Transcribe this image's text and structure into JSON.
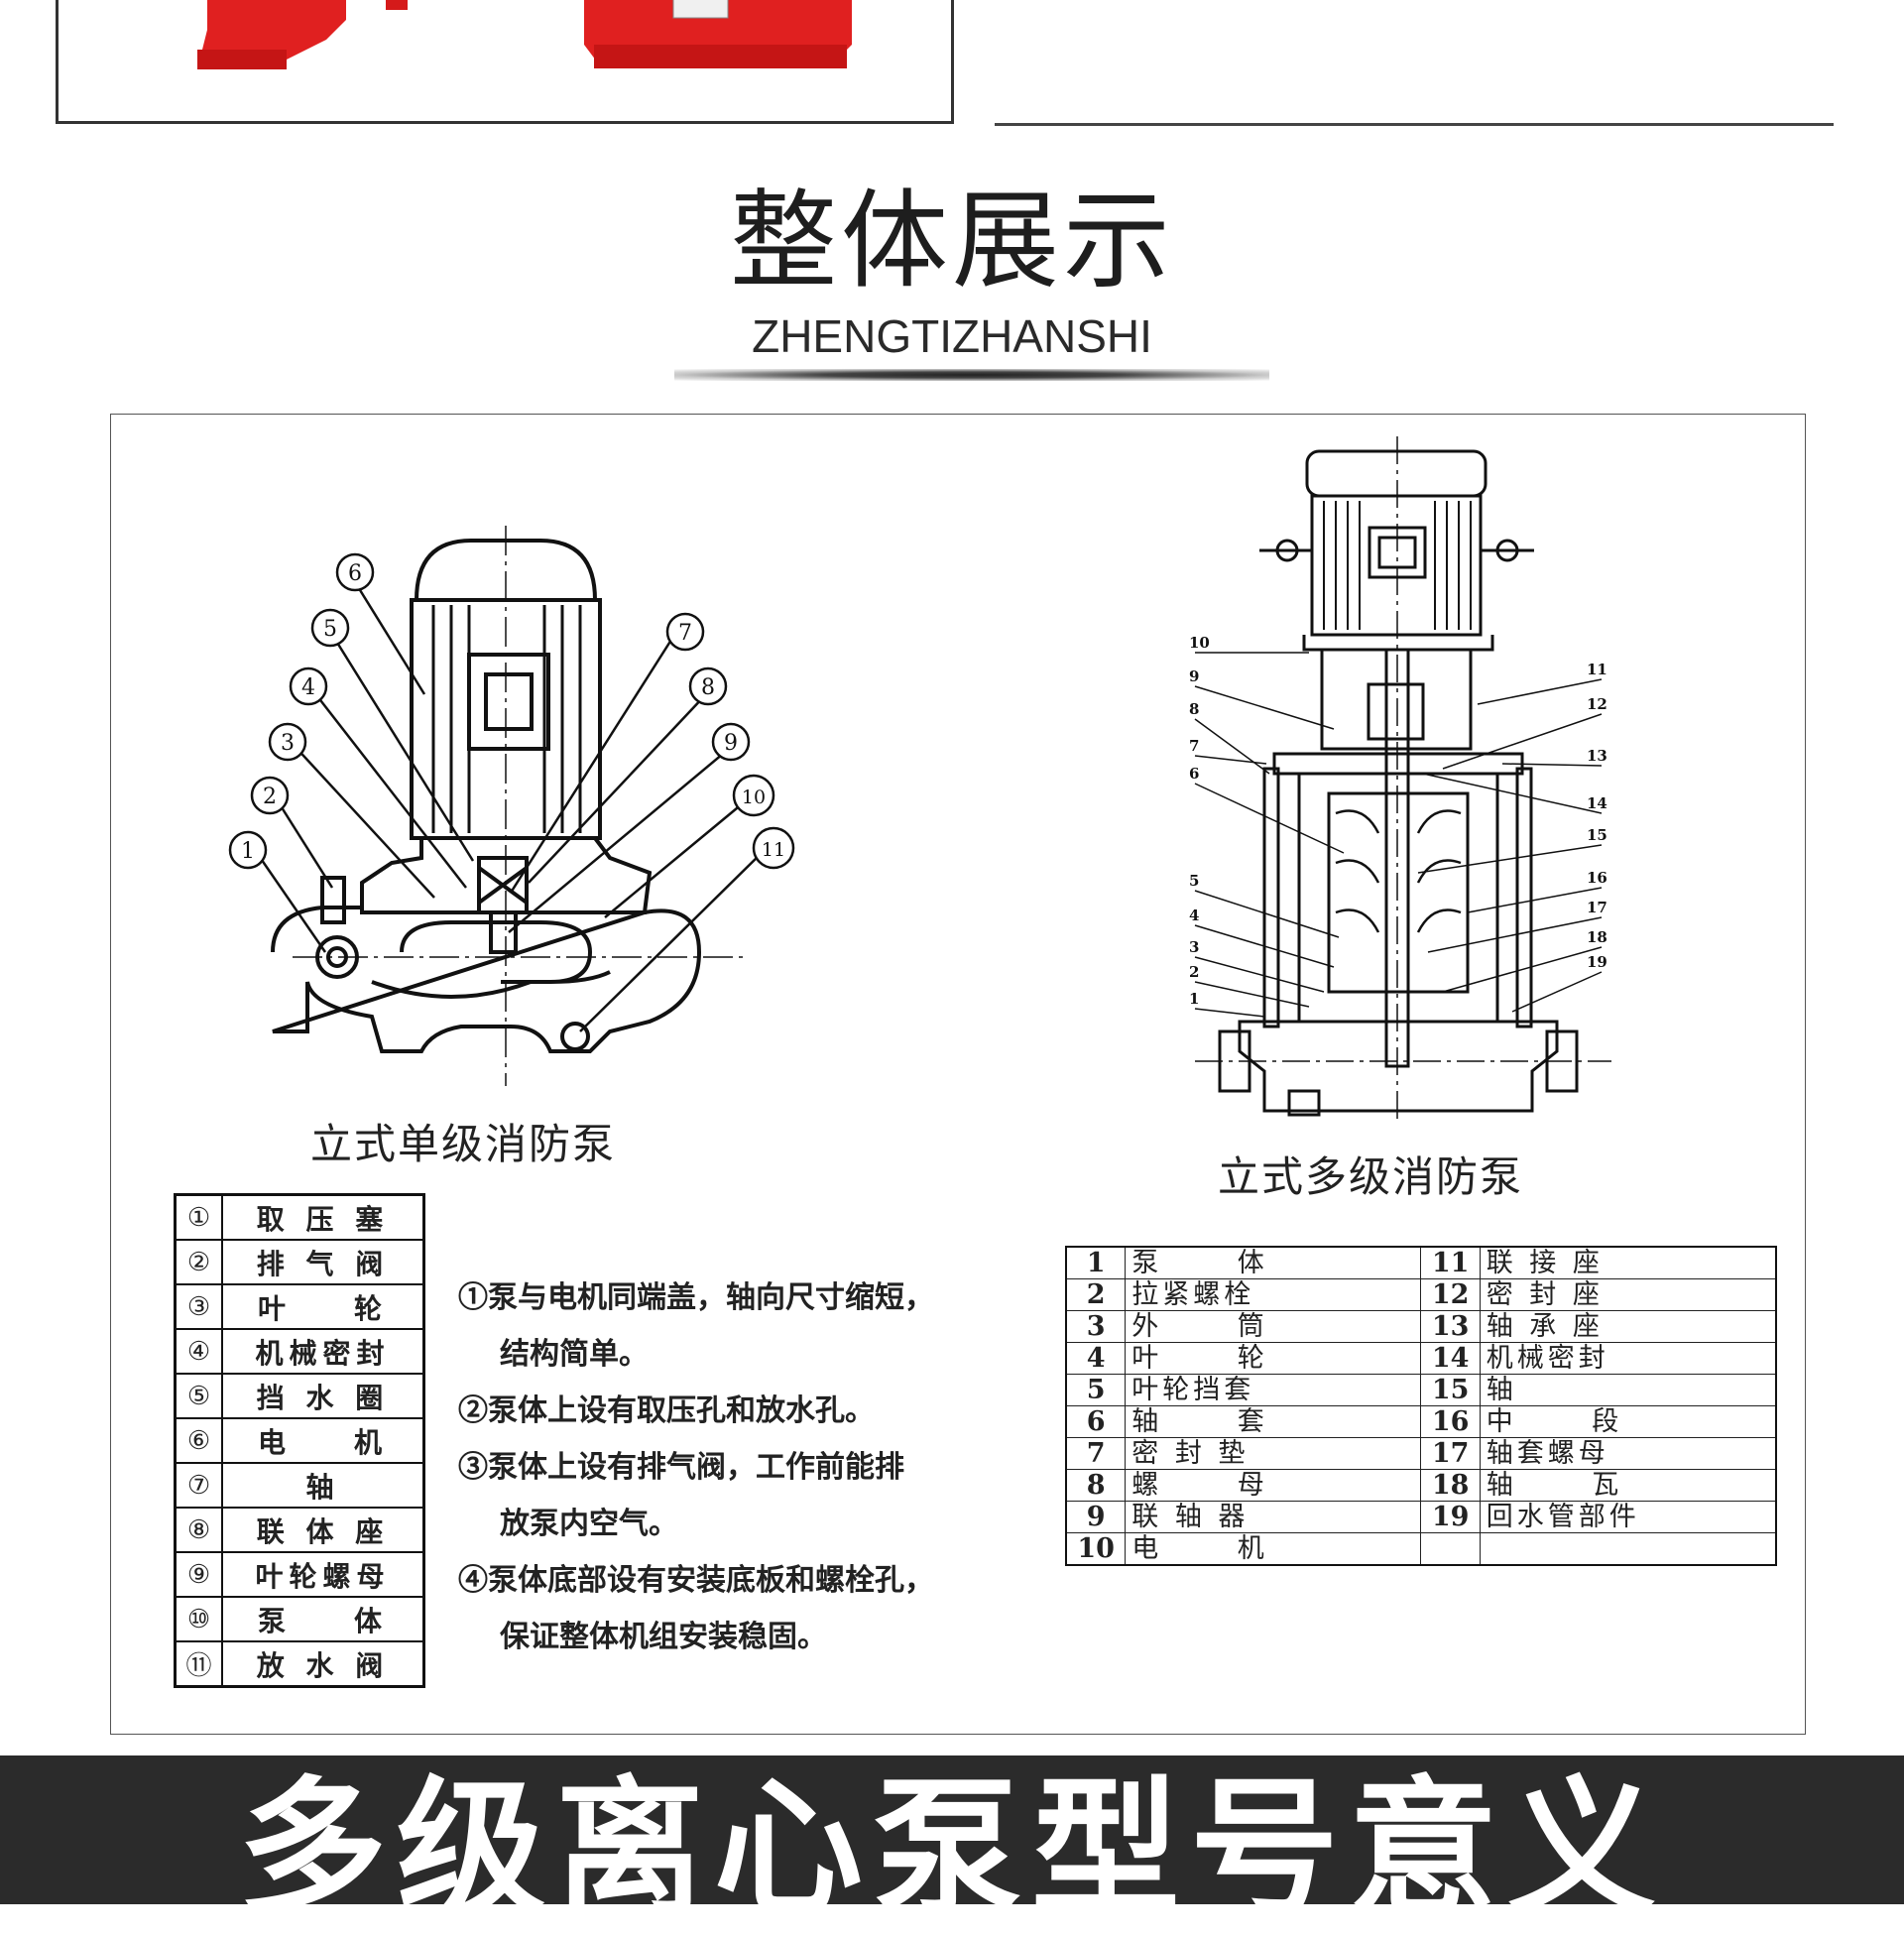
{
  "header": {
    "title": "整体展示",
    "subtitle": "ZHENGTIZHANSHI"
  },
  "diagrams": {
    "single_stage": {
      "caption": "立式单级消防泵",
      "callouts": [
        "1",
        "2",
        "3",
        "4",
        "5",
        "6",
        "7",
        "8",
        "9",
        "10",
        "11"
      ]
    },
    "multi_stage": {
      "caption": "立式多级消防泵",
      "callouts_left": [
        "10",
        "9",
        "8",
        "7",
        "6",
        "5",
        "4",
        "3",
        "2",
        "1"
      ],
      "callouts_right": [
        "11",
        "12",
        "13",
        "14",
        "15",
        "16",
        "17",
        "18",
        "19"
      ]
    }
  },
  "single_parts": [
    {
      "num": "①",
      "name": "取 压 塞"
    },
    {
      "num": "②",
      "name": "排 气 阀"
    },
    {
      "num": "③",
      "name": "叶    轮"
    },
    {
      "num": "④",
      "name": "机械密封"
    },
    {
      "num": "⑤",
      "name": "挡 水 圈"
    },
    {
      "num": "⑥",
      "name": "电    机"
    },
    {
      "num": "⑦",
      "name": "轴"
    },
    {
      "num": "⑧",
      "name": "联 体 座"
    },
    {
      "num": "⑨",
      "name": "叶轮螺母"
    },
    {
      "num": "⑩",
      "name": "泵    体"
    },
    {
      "num": "⑪",
      "name": "放 水 阀"
    }
  ],
  "notes": [
    {
      "text": "①泵与电机同端盖，轴向尺寸缩短，",
      "indent": false
    },
    {
      "text": "结构简单。",
      "indent": true
    },
    {
      "text": "②泵体上设有取压孔和放水孔。",
      "indent": false
    },
    {
      "text": "③泵体上设有排气阀，工作前能排",
      "indent": false
    },
    {
      "text": "放泵内空气。",
      "indent": true
    },
    {
      "text": "④泵体底部设有安装底板和螺栓孔，",
      "indent": false
    },
    {
      "text": "保证整体机组安装稳固。",
      "indent": true
    }
  ],
  "multi_parts": [
    {
      "n1": "1",
      "t1": "泵      体",
      "n2": "11",
      "t2": "联 接 座"
    },
    {
      "n1": "2",
      "t1": "拉紧螺栓",
      "n2": "12",
      "t2": "密 封 座"
    },
    {
      "n1": "3",
      "t1": "外      筒",
      "n2": "13",
      "t2": "轴 承 座"
    },
    {
      "n1": "4",
      "t1": "叶      轮",
      "n2": "14",
      "t2": "机械密封"
    },
    {
      "n1": "5",
      "t1": "叶轮挡套",
      "n2": "15",
      "t2": "轴"
    },
    {
      "n1": "6",
      "t1": "轴      套",
      "n2": "16",
      "t2": "中      段"
    },
    {
      "n1": "7",
      "t1": "密 封 垫",
      "n2": "17",
      "t2": "轴套螺母"
    },
    {
      "n1": "8",
      "t1": "螺      母",
      "n2": "18",
      "t2": "轴      瓦"
    },
    {
      "n1": "9",
      "t1": "联 轴 器",
      "n2": "19",
      "t2": "回水管部件"
    },
    {
      "n1": "10",
      "t1": "电      机",
      "n2": "",
      "t2": ""
    }
  ],
  "footer": {
    "title": "多级离心泵型号意义"
  },
  "colors": {
    "pump_red": "#e02020",
    "banner_bg": "#2b2b2b",
    "line": "#111111"
  }
}
